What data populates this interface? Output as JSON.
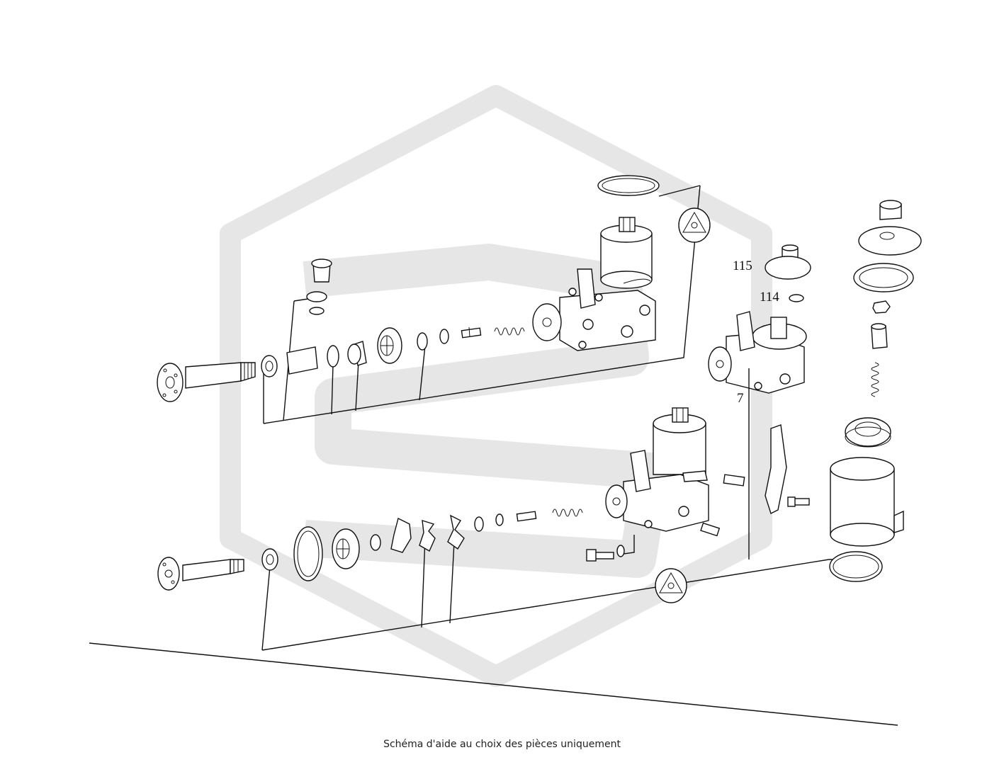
{
  "diagram": {
    "part_numbers": {
      "upper_cover": "115",
      "upper_gasket": "114",
      "pump_upper": "7"
    },
    "caption": "Schéma d'aide au choix des pièces uniquement",
    "watermark_color": "#e6e6e6",
    "line_color": "#111111"
  }
}
